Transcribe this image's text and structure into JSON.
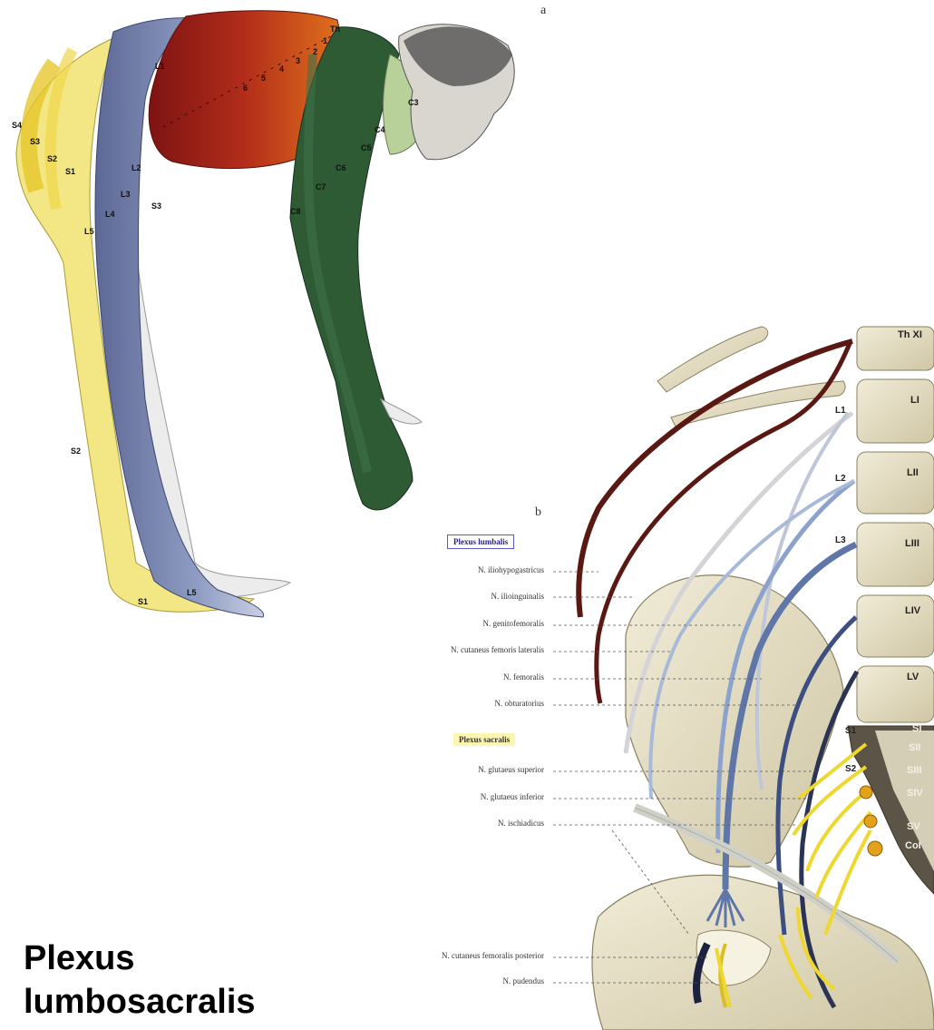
{
  "panels": {
    "a": "a",
    "b": "b"
  },
  "dermatome_labels": {
    "th": "Th",
    "l1_back": "L1",
    "c3": "C3",
    "c4": "C4",
    "c5": "C5",
    "c6": "C6",
    "c7": "C7",
    "c8": "C8",
    "s4": "S4",
    "s3": "S3",
    "s2_top": "S2",
    "s1_top": "S1",
    "l2": "L2",
    "l3": "L3",
    "s3_hand": "S3",
    "l4": "L4",
    "l5": "L5",
    "s2_leg": "S2",
    "s1_foot": "S1",
    "l5_foot": "L5",
    "rib_1": "1",
    "rib_2": "2",
    "rib_3": "3",
    "rib_4": "4",
    "rib_5": "5",
    "rib_6": "6"
  },
  "groups": {
    "lumbalis": "Plexus lumbalis",
    "sacralis": "Plexus sacralis"
  },
  "nerves": {
    "iliohypogastricus": "N. iliohypogastricus",
    "ilioinguinalis": "N. ilioinguinalis",
    "genitofemoralis": "N. genitofemoralis",
    "cutaneus_femoris_lateralis": "N. cutaneus femoris lateralis",
    "femoralis": "N. femoralis",
    "obturatorius": "N. obturatorius",
    "glutaeus_superior": "N. glutaeus superior",
    "glutaeus_inferior": "N. glutaeus inferior",
    "ischiadicus": "N. ischiadicus",
    "cutaneus_femoralis_posterior": "N. cutaneus femoralis posterior",
    "pudendus": "N. pudendus"
  },
  "spine": {
    "thxii": "Th XI",
    "li": "LI",
    "lii": "LII",
    "liii": "LIII",
    "liv": "LIV",
    "lv": "LV",
    "si": "SI",
    "sii": "SII",
    "siii": "SIII",
    "siv": "SIV",
    "sv": "SV",
    "coi": "CoI"
  },
  "roots": {
    "l1": "L1",
    "l2": "L2",
    "l3": "L3",
    "s1": "S1",
    "s2": "S2"
  },
  "title": {
    "line1": "Plexus",
    "line2": "lumbosacralis"
  },
  "colors": {
    "lumbar_blue": "#5e6a94",
    "sacral_yellow": "#f2e784",
    "thoracic_red": "#b0301c",
    "cervical_green": "#2e5a34",
    "iliohypogastric_brown": "#5a1812",
    "bone": "#e9e3cb"
  }
}
